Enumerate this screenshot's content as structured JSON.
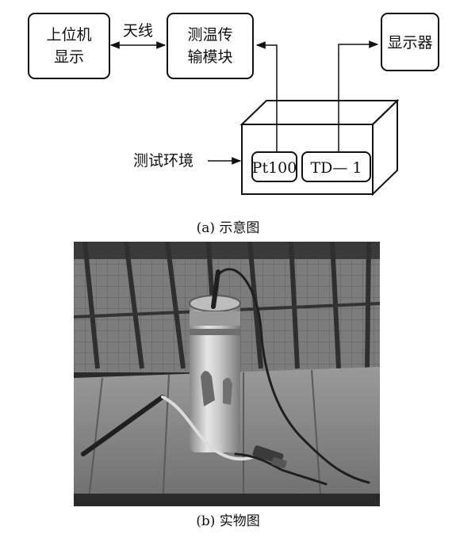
{
  "diagram": {
    "host_box_line1": "上位机",
    "host_box_line2": "显示",
    "antenna_label": "天线",
    "module_line1": "测温传",
    "module_line2": "输模块",
    "display_label": "显示器",
    "env_label": "测试环境",
    "pt100_label": "Pt100",
    "td1_label": "TD— 1"
  },
  "captions": {
    "a": "(a) 示意图",
    "b": "(b) 实物图"
  }
}
